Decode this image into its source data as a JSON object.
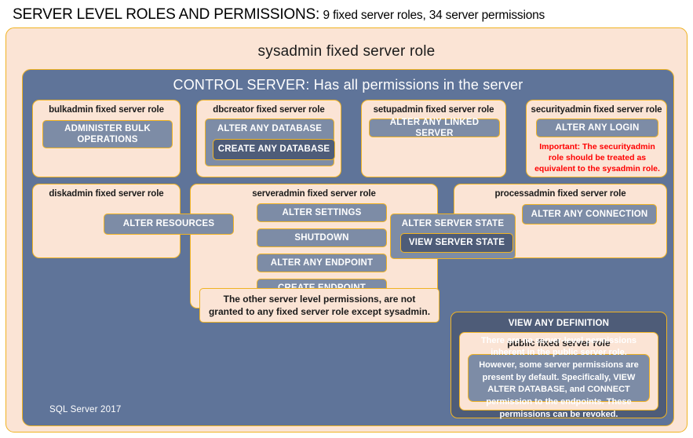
{
  "header": {
    "title_main": "SERVER LEVEL ROLES AND PERMISSIONS:",
    "title_sub": "9 fixed server roles, 34 server permissions"
  },
  "sysadmin": {
    "label": "sysadmin fixed server role"
  },
  "control_server": {
    "label": "CONTROL SERVER: Has all permissions in the server"
  },
  "roles": {
    "bulkadmin": {
      "title": "bulkadmin fixed server role",
      "permission": "ADMINISTER  BULK OPERATIONS"
    },
    "dbcreator": {
      "title": "dbcreator fixed server role",
      "permission_outer": "ALTER ANY DATABASE",
      "permission_inner": "CREATE  ANY DATABASE"
    },
    "setupadmin": {
      "title": "setupadmin fixed server role",
      "permission": "ALTER ANY LINKED SERVER"
    },
    "securityadmin": {
      "title": "securityadmin fixed server role",
      "permission": "ALTER ANY LOGIN",
      "note": "Important:  The securityadmin role should  be treated as equivalent to the  sysadmin role."
    },
    "diskadmin": {
      "title": "diskadmin fixed server role",
      "permission": "ALTER RESOURCES"
    },
    "serveradmin": {
      "title": "serveradmin fixed server role",
      "permissions": [
        "ALTER SETTINGS",
        "SHUTDOWN",
        "ALTER ANY ENDPOINT",
        "CREATE  ENDPOINT"
      ],
      "permission_state_outer": "ALTER SERVER STATE",
      "permission_state_inner": "VIEW SERVER STATE"
    },
    "processadmin": {
      "title": "processadmin fixed server role",
      "permission": "ALTER ANY CONNECTION"
    },
    "public": {
      "view_any_definition": "VIEW ANY DEFINITION",
      "title": "public fixed server role",
      "body": "There are no server-level permissions inherent in the public server role. However, some server permissions are present by default. Specifically, VIEW ALTER DATABASE, and CONNECT permission to the endpoints. These permissions can be revoked."
    }
  },
  "notes": {
    "other_permissions": "The other server level permissions, are not granted to any fixed server role except sysadmin."
  },
  "footer": {
    "version": "SQL Server 2017"
  },
  "colors": {
    "peach": "#fbe4d5",
    "gold_border": "#f0b323",
    "slate_panel": "#5f7499",
    "slate_chip": "#7d8ca6",
    "slate_dark": "#4e5c78",
    "alert_red": "#ff0000"
  }
}
